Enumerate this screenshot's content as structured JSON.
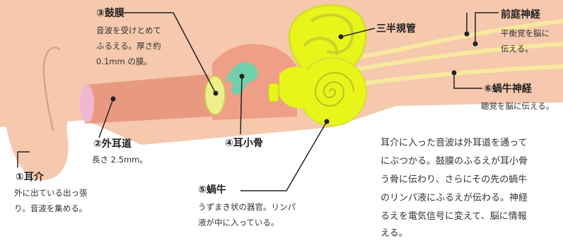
{
  "labels": {
    "l1": {
      "title": "①耳介",
      "desc1": "外に出ている出っ張",
      "desc2": "り。音波を集める。"
    },
    "l2": {
      "title": "②外耳道",
      "desc": "長さ 2.5mm。"
    },
    "l3": {
      "title": "③鼓膜",
      "desc1": "音波を受けとめて",
      "desc2": "ふるえる。厚さ約",
      "desc3": "0.1mm の膜。"
    },
    "l4": {
      "title": "④耳小骨"
    },
    "l5": {
      "title": "⑤蝸牛",
      "desc1": "うずまき状の器官。リンパ",
      "desc2": "液が中に入っている。"
    },
    "l6": {
      "title": "⑥蝸牛神経",
      "desc": "聴覚を脳に伝える。"
    },
    "semicircular": {
      "title": "三半規管"
    },
    "vestibular": {
      "title": "前庭神経",
      "desc1": "平衡覚を脳に",
      "desc2": "伝える。"
    }
  },
  "explanation": [
    "耳介に入った音波は外耳道を通って",
    "にぶつかる。鼓膜のふるえが耳小骨",
    "う骨に伝わり、さらにその先の蝸牛",
    "のリンパ液にふるえが伝わる。神経",
    "るえを電気信号に変えて、脳に情報",
    "える。"
  ],
  "colors": {
    "skin": "#f6c8ad",
    "canal": "#ea9d83",
    "inner": "#e8f51a",
    "ossicle": "#6fcfa8",
    "nerve": "#f7e79a",
    "bg": "#ffffff"
  }
}
